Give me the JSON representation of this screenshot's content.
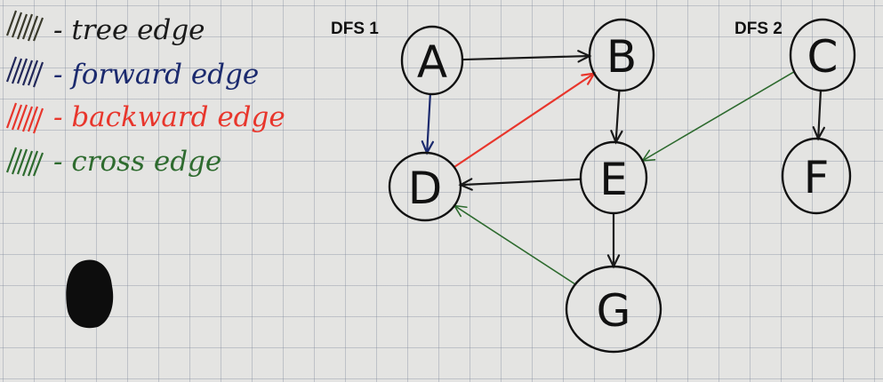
{
  "legend": {
    "items": [
      {
        "text": "- tree edge",
        "color": "#1a1a1a"
      },
      {
        "text": "- forward edge",
        "color": "#1b2a6e"
      },
      {
        "text": "- backward edge",
        "color": "#e8362c"
      },
      {
        "text": "- cross edge",
        "color": "#2e6b2f"
      }
    ]
  },
  "labels": {
    "dfs1": "DFS 1",
    "dfs2": "DFS 2"
  },
  "nodes": [
    {
      "id": "A",
      "label": "A"
    },
    {
      "id": "B",
      "label": "B"
    },
    {
      "id": "C",
      "label": "C"
    },
    {
      "id": "D",
      "label": "D"
    },
    {
      "id": "E",
      "label": "E"
    },
    {
      "id": "F",
      "label": "F"
    },
    {
      "id": "G",
      "label": "G"
    }
  ],
  "edges": [
    {
      "from": "A",
      "to": "B",
      "type": "tree"
    },
    {
      "from": "B",
      "to": "E",
      "type": "tree"
    },
    {
      "from": "E",
      "to": "D",
      "type": "tree"
    },
    {
      "from": "E",
      "to": "G",
      "type": "tree"
    },
    {
      "from": "C",
      "to": "F",
      "type": "tree"
    },
    {
      "from": "A",
      "to": "D",
      "type": "forward"
    },
    {
      "from": "D",
      "to": "B",
      "type": "backward"
    },
    {
      "from": "G",
      "to": "D",
      "type": "cross"
    },
    {
      "from": "C",
      "to": "E",
      "type": "cross"
    }
  ],
  "edge_colors": {
    "tree": "#1a1a1a",
    "forward": "#1b2a6e",
    "backward": "#e8362c",
    "cross": "#2e6b2f"
  }
}
